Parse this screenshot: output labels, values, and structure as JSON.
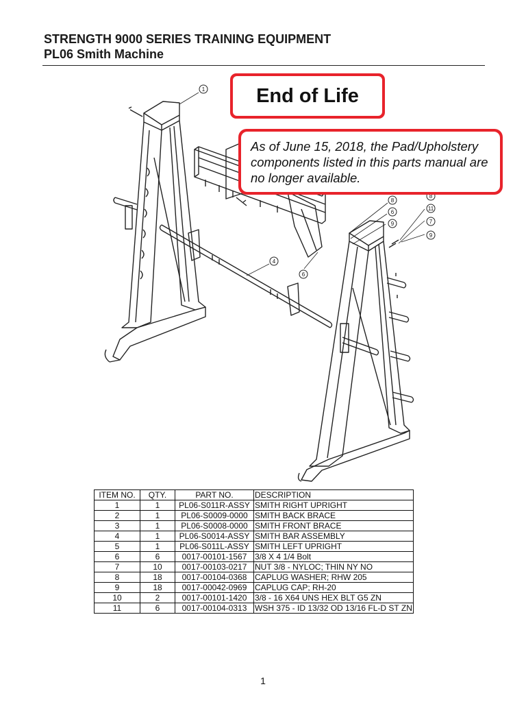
{
  "header": {
    "title": "STRENGTH 9000 SERIES TRAINING EQUIPMENT",
    "subtitle": "PL06 Smith Machine"
  },
  "banner": {
    "eol_label": "End of Life",
    "notice": "As of June 15, 2018, the Pad/Upholstery components listed in this parts manual are no longer available.",
    "color": "#e8232b"
  },
  "diagram": {
    "callouts": [
      "①",
      "⑧",
      "⑥",
      "⑨",
      "⑧",
      "⑪",
      "⑦",
      "⑨",
      "④",
      "⑥"
    ]
  },
  "table": {
    "headers": [
      "ITEM NO.",
      "QTY.",
      "PART NO.",
      "DESCRIPTION"
    ],
    "rows": [
      [
        "1",
        "1",
        "PL06-S011R-ASSY",
        "SMITH RIGHT UPRIGHT"
      ],
      [
        "2",
        "1",
        "PL06-S0009-0000",
        "SMITH BACK BRACE"
      ],
      [
        "3",
        "1",
        "PL06-S0008-0000",
        "SMITH FRONT BRACE"
      ],
      [
        "4",
        "1",
        "PL06-S0014-ASSY",
        "SMITH BAR ASSEMBLY"
      ],
      [
        "5",
        "1",
        "PL06-S011L-ASSY",
        "SMITH LEFT UPRIGHT"
      ],
      [
        "6",
        "6",
        "0017-00101-1567",
        "3/8 X 4 1/4 Bolt"
      ],
      [
        "7",
        "10",
        "0017-00103-0217",
        "NUT 3/8 - NYLOC; THIN NY NO"
      ],
      [
        "8",
        "18",
        "0017-00104-0368",
        "CAPLUG WASHER; RHW 205"
      ],
      [
        "9",
        "18",
        "0017-00042-0969",
        "CAPLUG CAP; RH-20"
      ],
      [
        "10",
        "2",
        "0017-00101-1420",
        "3/8 - 16 X64 UNS HEX  BLT G5  ZN"
      ],
      [
        "11",
        "6",
        "0017-00104-0313",
        "WSH  375 - ID 13/32 OD 13/16  FL-D ST  ZN"
      ]
    ]
  },
  "page_number": "1"
}
